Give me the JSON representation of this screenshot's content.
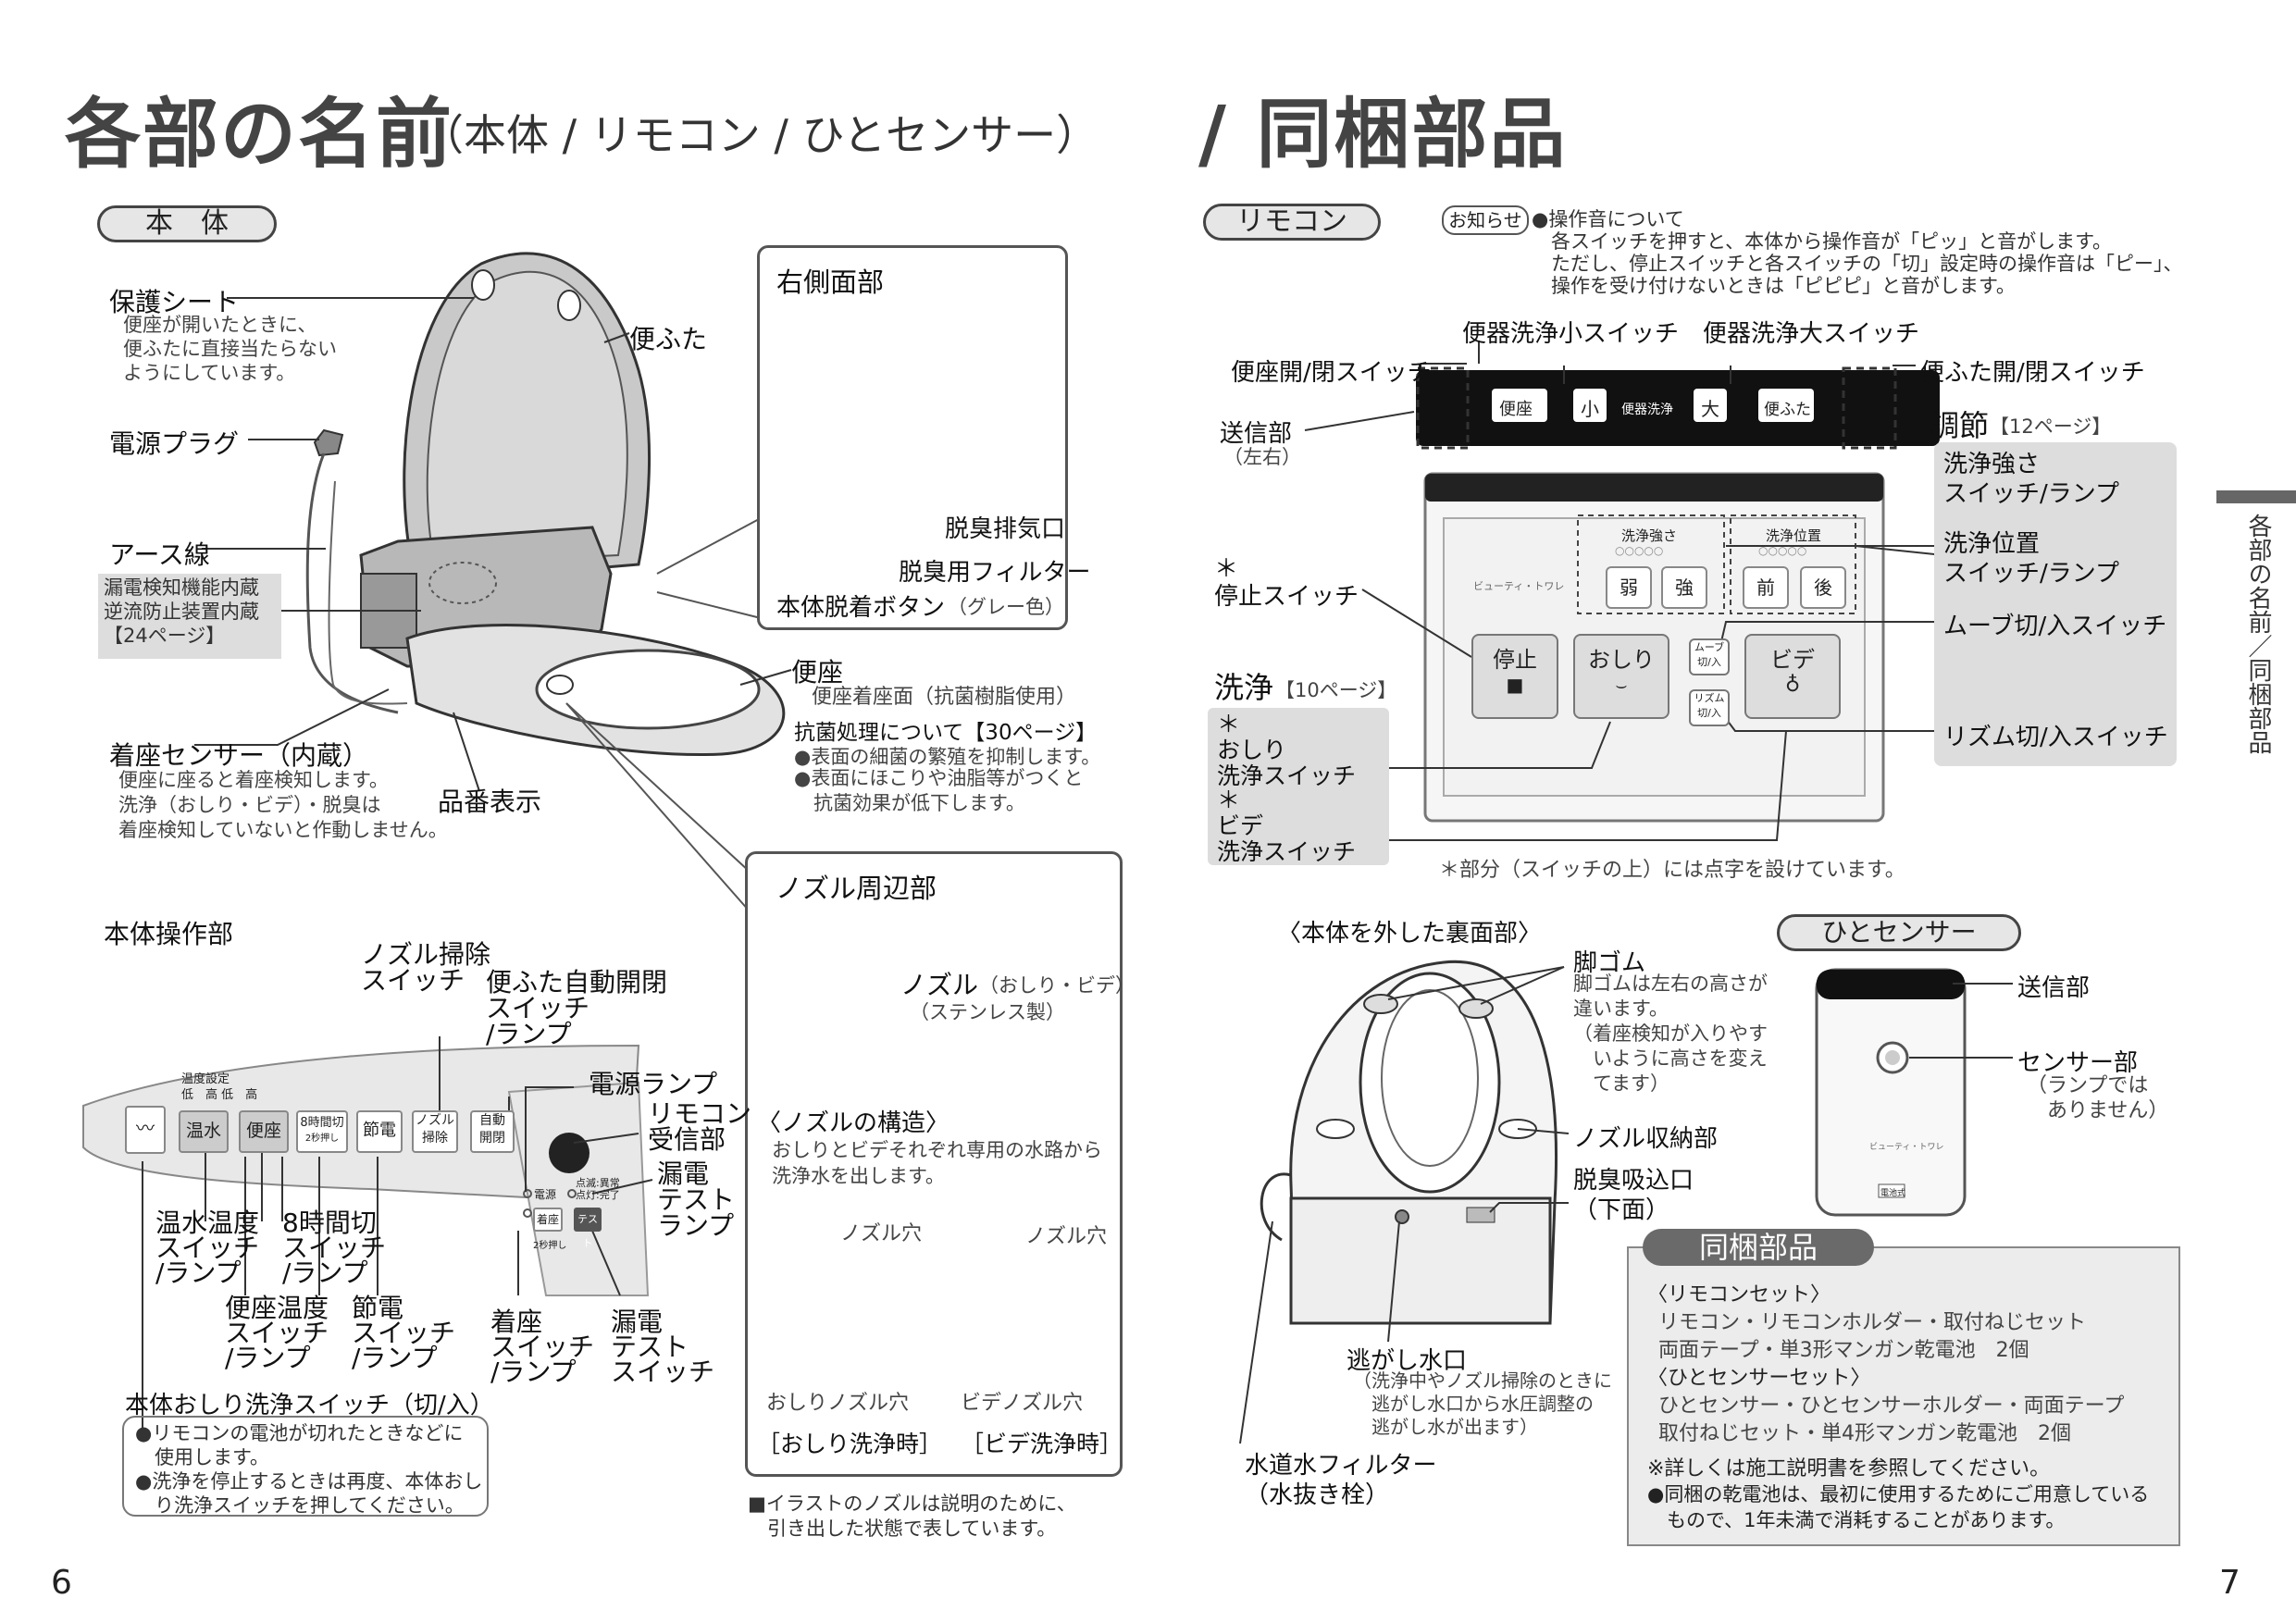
{
  "header": {
    "title": "各部の名前",
    "subtitle": "（本体 / リモコン / ひとセンサー）",
    "title_right": "/ 同梱部品"
  },
  "left": {
    "section_pill": "本　体",
    "labels": {
      "hogo_sheet": "保護シート",
      "hogo_desc": "便座が開いたときに、\n便ふたに直接当たらない\nようにしています。",
      "benfuta": "便ふた",
      "plug": "電源プラグ",
      "earth": "アース線",
      "leak_box": "漏電検知機能内蔵\n逆流防止装置内蔵\n【24ページ】",
      "seat_sensor": "着座センサー（内蔵）",
      "seat_sensor_desc": "便座に座ると着座検知します。\n洗浄（おしり・ビデ）・脱臭は\n着座検知していないと作動しません。",
      "hinban": "品番表示",
      "benza": "便座",
      "benza_desc": "便座着座面（抗菌樹脂使用）",
      "koukin": "抗菌処理について【30ページ】",
      "koukin_b1": "●表面の細菌の繁殖を抑制します。",
      "koukin_b2": "●表面にほこりや油脂等がつくと\n　抗菌効果が低下します。"
    },
    "right_side": {
      "title": "右側面部",
      "exhaust": "脱臭排気口",
      "filter": "脱臭用フィルター",
      "button": "本体脱着ボタン",
      "button_note": "（グレー色）"
    },
    "nozzle_box": {
      "title": "ノズル周辺部",
      "nozzle": "ノズル",
      "nozzle_sub": "（おしり・ビデ）",
      "material": "（ステンレス製）",
      "structure_title": "〈ノズルの構造〉",
      "structure_desc": "おしりとビデそれぞれ専用の水路から\n洗浄水を出します。",
      "hole_left": "ノズル穴",
      "hole_right": "ノズル穴",
      "oshiri_nozzle": "おしりノズル穴",
      "bide_nozzle": "ビデノズル穴",
      "oshiri_time": "［おしり洗浄時］",
      "bide_time": "［ビデ洗浄時］"
    },
    "note_bottom": "■イラストのノズルは説明のために、\n　引き出した状態で表しています。",
    "panel": {
      "title": "本体操作部",
      "nozzle_clean": "ノズル掃除\nスイッチ",
      "auto_lid": "便ふた自動開閉\nスイッチ\n/ランプ",
      "power_lamp": "電源ランプ",
      "remote_rx": "リモコン\n受信部",
      "leak_lamp": "漏電\nテスト\nランプ",
      "water_temp": "温水温度\nスイッチ\n/ランプ",
      "hour8": "8時間切\nスイッチ\n/ランプ",
      "seat_temp": "便座温度\nスイッチ\n/ランプ",
      "setsuden": "節電\nスイッチ\n/ランプ",
      "chakuza": "着座\nスイッチ\n/ランプ",
      "leak_switch": "漏電\nテスト\nスイッチ",
      "btn_onsui": "温水",
      "btn_benza": "便座",
      "btn_8h": "8時間切",
      "btn_8h_sub": "2秒押し",
      "btn_setsuden": "節電",
      "btn_nozzle": "ノズル\n掃除",
      "btn_auto": "自動\n開閉",
      "temp_setting": "温度設定",
      "temp_scale": "低　高 低　高",
      "ind_power": "電源",
      "ind_status": "点滅:異常\n点灯:完了",
      "btn_chakuza": "着座",
      "chakuza_sub": "2秒押し",
      "btn_test": "テスト",
      "oshiri_switch": "本体おしり洗浄スイッチ（切/入）",
      "oshiri_b1": "●リモコンの電池が切れたときなどに\n　使用します。",
      "oshiri_b2": "●洗浄を停止するときは再度、本体おし\n　り洗浄スイッチを押してください。"
    },
    "page_no": "6"
  },
  "right": {
    "remote_pill": "リモコン",
    "oshirase": "お知らせ",
    "notice": "●操作音について\n　各スイッチを押すと、本体から操作音が「ピッ」と音がします。\n　ただし、停止スイッチと各スイッチの「切」設定時の操作音は「ピー」、\n　操作を受け付けないときは「ピピピ」と音がします。",
    "small_switch": "便器洗浄小スイッチ",
    "large_switch": "便器洗浄大スイッチ",
    "seat_switch": "便座開/閉スイッチ",
    "lid_switch": "便ふた開/閉スイッチ",
    "transmitter": "送信部",
    "transmitter_note": "（左右）",
    "remote_top": {
      "benza": "便座",
      "small": "小",
      "flush": "便器洗浄",
      "large": "大",
      "lid": "便ふた"
    },
    "chousetsu": "調節",
    "chousetsu_page": "【12ページ】",
    "strength": "洗浄強さ\nスイッチ/ランプ",
    "position": "洗浄位置\nスイッチ/ランプ",
    "move": "ムーブ切/入スイッチ",
    "rhythm": "リズム切/入スイッチ",
    "stop": "＊\n停止スイッチ",
    "senjou": "洗浄",
    "senjou_page": "【10ページ】",
    "oshiri_sw": "＊\nおしり\n洗浄スイッチ",
    "bide_sw": "＊\nビデ\n洗浄スイッチ",
    "braille_note": "＊部分（スイッチの上）には点字を設けています。",
    "remote_panel": {
      "strength_label": "洗浄強さ",
      "position_label": "洗浄位置",
      "brand": "ビューティ・トワレ",
      "weak": "弱",
      "strong": "強",
      "front": "前",
      "back": "後",
      "stop": "停止",
      "oshiri": "おしり",
      "bide": "ビデ",
      "move": "ムーブ\n切/入",
      "rhythm": "リズム\n切/入"
    },
    "back_title": "〈本体を外した裏面部〉",
    "ashigomu": "脚ゴム",
    "ashigomu_desc": "脚ゴムは左右の高さが\n違います。\n（着座検知が入りやす\n　いように高さを変え\n　てます）",
    "nozzle_storage": "ノズル収納部",
    "deodor_intake": "脱臭吸込口\n（下面）",
    "escape": "逃がし水口",
    "escape_desc": "（洗浄中やノズル掃除のときに\n　逃がし水口から水圧調整の\n　逃がし水が出ます）",
    "water_filter": "水道水フィルター\n（水抜き栓）",
    "hito_pill": "ひとセンサー",
    "hito_tx": "送信部",
    "hito_sensor": "センサー部",
    "hito_sensor_desc": "（ランプでは\n　ありません）",
    "hito_brand": "ビューティ・トワレ",
    "hito_battery": "電池式",
    "bundle": {
      "title": "同梱部品",
      "remote_set": "〈リモコンセット〉",
      "remote_items": "リモコン・リモコンホルダー・取付ねじセット\n両面テープ・単3形マンガン乾電池　2個",
      "hito_set": "〈ひとセンサーセット〉",
      "hito_items": "ひとセンサー・ひとセンサーホルダー・両面テープ\n取付ねじセット・単4形マンガン乾電池　2個",
      "note1": "※詳しくは施工説明書を参照してください。",
      "note2": "●同梱の乾電池は、最初に使用するためにご用意している\n　もので、1年未満で消耗することがあります。"
    },
    "side_tab": "各部の名前／同梱部品",
    "page_no": "7"
  }
}
